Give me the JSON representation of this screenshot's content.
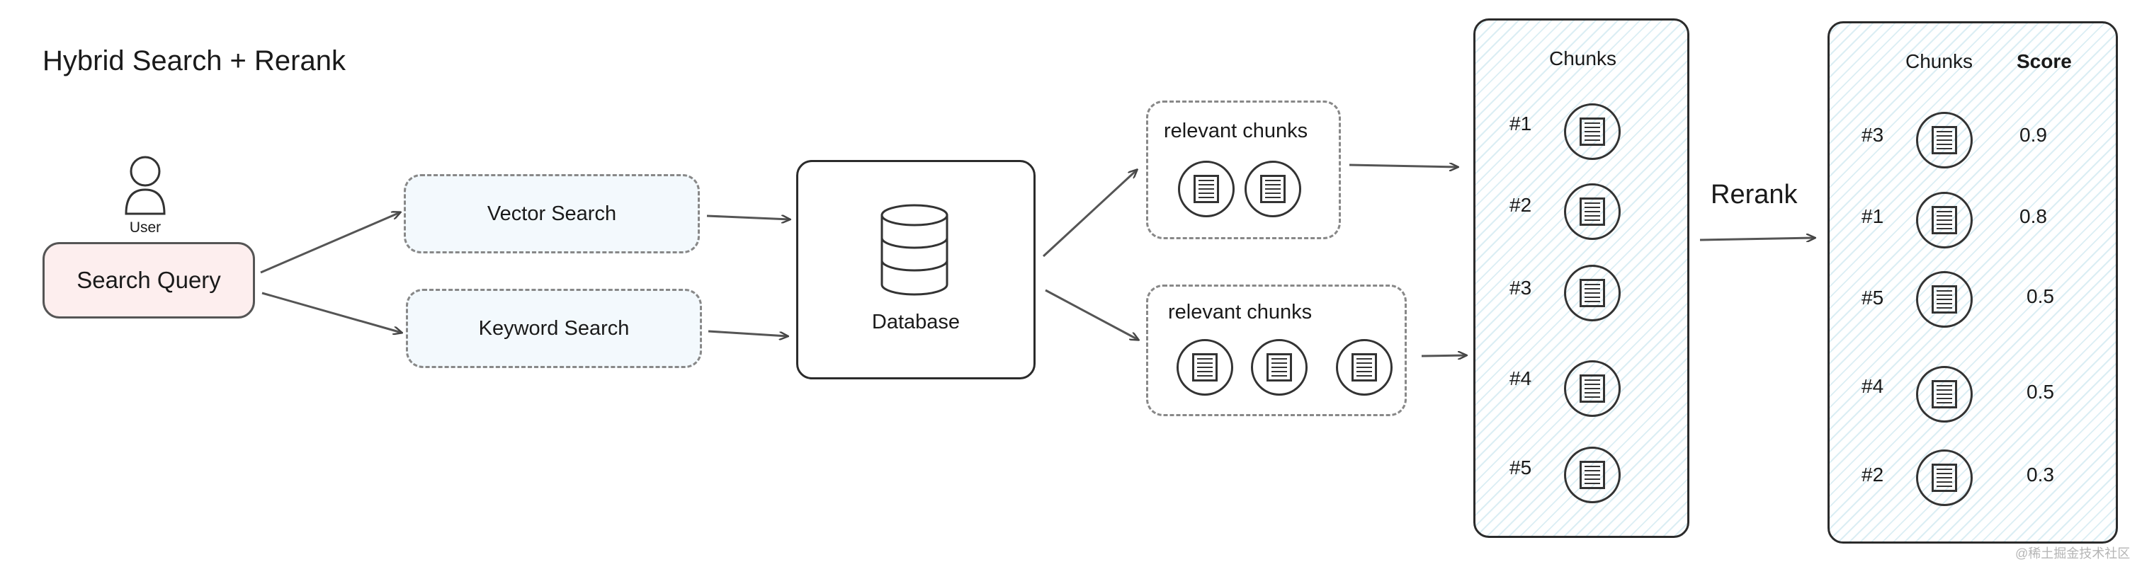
{
  "title": "Hybrid Search + Rerank",
  "user_label": "User",
  "query_label": "Search Query",
  "vector_label": "Vector Search",
  "keyword_label": "Keyword Search",
  "database_label": "Database",
  "relevant_label_top": "relevant chunks",
  "relevant_label_bottom": "relevant chunks",
  "chunks_header": "Chunks",
  "rerank_label": "Rerank",
  "ranked_chunks_header": "Chunks",
  "score_header": "Score",
  "chunks_list": [
    "#1",
    "#2",
    "#3",
    "#4",
    "#5"
  ],
  "ranked_list": [
    {
      "id": "#3",
      "score": "0.9"
    },
    {
      "id": "#1",
      "score": "0.8"
    },
    {
      "id": "#5",
      "score": "0.5"
    },
    {
      "id": "#4",
      "score": "0.5"
    },
    {
      "id": "#2",
      "score": "0.3"
    }
  ],
  "watermark": "@稀土掘金技术社区"
}
